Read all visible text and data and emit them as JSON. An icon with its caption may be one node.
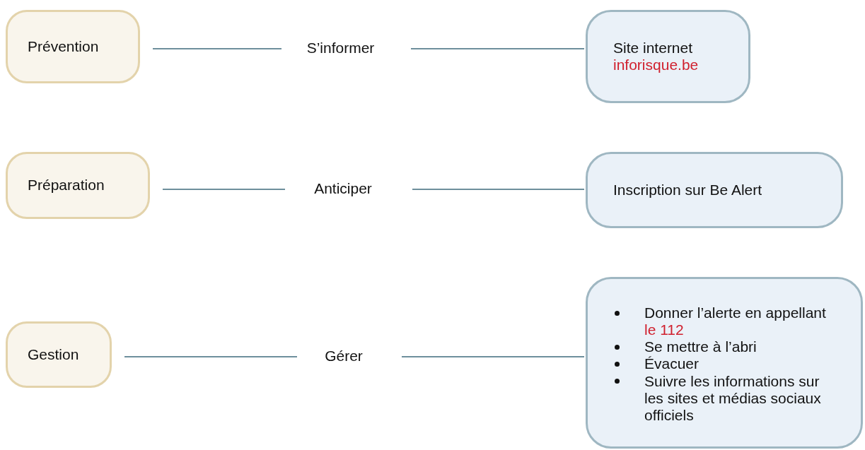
{
  "diagram": {
    "nodes": [
      {
        "text": [
          "Prévention"
        ]
      },
      {
        "text": [
          "S’informer"
        ]
      },
      {
        "text": [
          "Site internet *inforisque.be*"
        ]
      },
      {
        "text": [
          "Préparation"
        ]
      },
      {
        "text": [
          "Anticiper"
        ]
      },
      {
        "text": [
          "Inscription sur Be Alert"
        ]
      },
      {
        "text": [
          "Gestion"
        ]
      },
      {
        "text": [
          "Gérer"
        ]
      },
      {
        "text": [
          "Donner l’alerte en appellant *le 112*",
          "Se mettre à l’abri",
          "Évacuer",
          "Suivre les informations sur les sites et médias sociaux officiels"
        ]
      }
    ],
    "edges": [
      {
        "from": 0,
        "to": 1,
        "arrow": "none"
      },
      {
        "from": 1,
        "to": 2,
        "arrow": "none"
      },
      {
        "from": 3,
        "to": 4,
        "arrow": "none"
      },
      {
        "from": 4,
        "to": 5,
        "arrow": "none"
      },
      {
        "from": 6,
        "to": 7,
        "arrow": "none"
      },
      {
        "from": 7,
        "to": 8,
        "arrow": "none"
      }
    ]
  }
}
